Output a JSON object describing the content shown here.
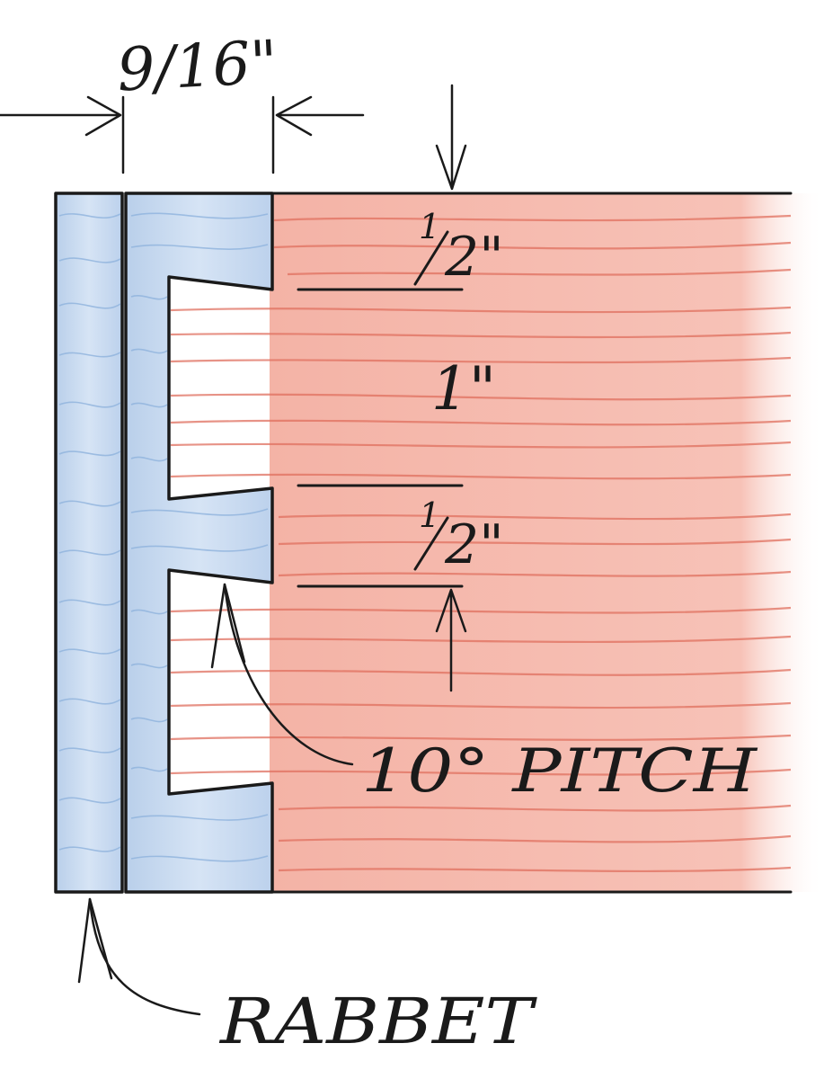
{
  "labels": {
    "width_dimension": "9/16\"",
    "half_top_whole": "1",
    "half_top_den": "2\"",
    "one_inch": "1\"",
    "half_bottom_whole": "1",
    "half_bottom_den": "2\"",
    "pitch": "10° PITCH",
    "rabbet": "RABBET"
  },
  "colors": {
    "pin_board": "#c9daf0",
    "pin_board_grain": "#8fb3dd",
    "tail_board": "#f6b7ab",
    "tail_board_grain": "#e0705f",
    "ink": "#1a1a1a"
  }
}
